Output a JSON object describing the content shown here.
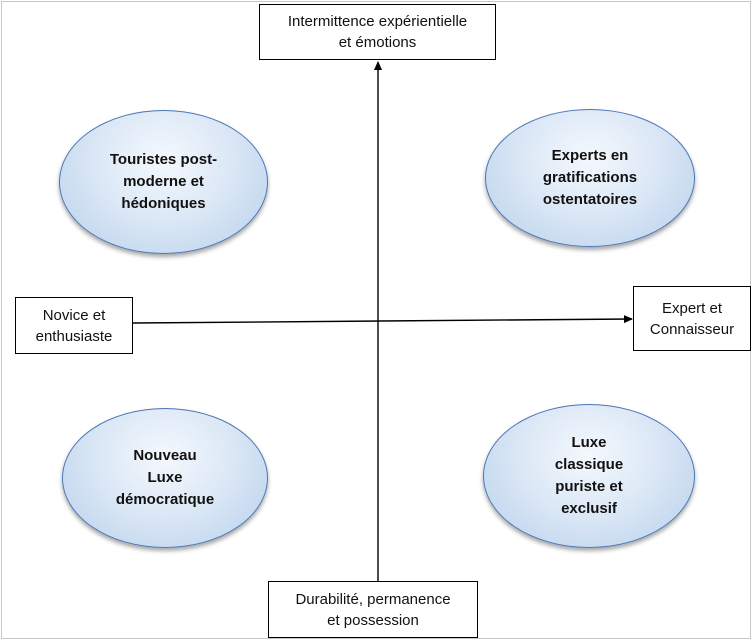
{
  "axes": {
    "top": "Intermittence expérientielle\net émotions",
    "bottom": "Durabilité, permanence\net possession",
    "left": "Novice et\nenthusiaste",
    "right": "Expert et\nConnaisseur"
  },
  "quadrants": {
    "top_left": "Touristes post-\nmoderne et\nhédoniques",
    "top_right": "Experts en\ngratifications\nostentatoires",
    "bottom_left": "Nouveau\nLuxe\ndémocratique",
    "bottom_right": "Luxe\nclassique\npuriste et\nexclusif"
  },
  "colors": {
    "ellipse_border": "#4a76b5",
    "ellipse_fill_light": "#f4f8fd",
    "ellipse_fill_dark": "#b6cfea"
  }
}
